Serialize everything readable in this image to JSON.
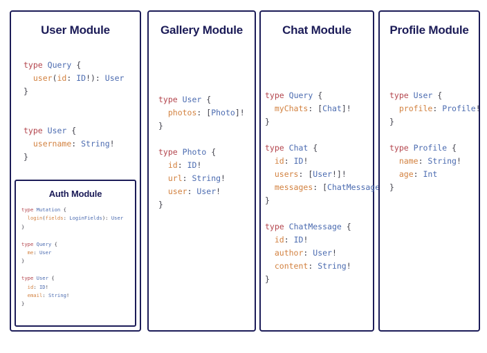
{
  "page": {
    "background": "#ffffff",
    "border_color": "#1b1b57",
    "title_color": "#1b1b57",
    "token_colors": {
      "keyword": "#b3444c",
      "type_name": "#4b6bb0",
      "field_name": "#d2813f",
      "punctuation": "#3f3f4a"
    }
  },
  "modules": {
    "user": {
      "title": "User Module",
      "code_lines": [
        [
          {
            "t": "type",
            "c": "kw"
          },
          {
            "t": " ",
            "c": "punct"
          },
          {
            "t": "Query",
            "c": "type"
          },
          {
            "t": " {",
            "c": "punct"
          }
        ],
        [
          {
            "t": "  ",
            "c": "punct"
          },
          {
            "t": "user",
            "c": "field"
          },
          {
            "t": "(",
            "c": "punct"
          },
          {
            "t": "id",
            "c": "field"
          },
          {
            "t": ": ",
            "c": "punct"
          },
          {
            "t": "ID",
            "c": "type"
          },
          {
            "t": "!): ",
            "c": "punct"
          },
          {
            "t": "User",
            "c": "type"
          }
        ],
        [
          {
            "t": "}",
            "c": "punct"
          }
        ],
        [],
        [],
        [
          {
            "t": "type",
            "c": "kw"
          },
          {
            "t": " ",
            "c": "punct"
          },
          {
            "t": "User",
            "c": "type"
          },
          {
            "t": " {",
            "c": "punct"
          }
        ],
        [
          {
            "t": "  ",
            "c": "punct"
          },
          {
            "t": "username",
            "c": "field"
          },
          {
            "t": ": ",
            "c": "punct"
          },
          {
            "t": "String",
            "c": "type"
          },
          {
            "t": "!",
            "c": "punct"
          }
        ],
        [
          {
            "t": "}",
            "c": "punct"
          }
        ]
      ]
    },
    "auth": {
      "title": "Auth Module",
      "code_lines": [
        [
          {
            "t": "type",
            "c": "kw"
          },
          {
            "t": " ",
            "c": "punct"
          },
          {
            "t": "Mutation",
            "c": "type"
          },
          {
            "t": " {",
            "c": "punct"
          }
        ],
        [
          {
            "t": "  ",
            "c": "punct"
          },
          {
            "t": "login",
            "c": "field"
          },
          {
            "t": "(",
            "c": "punct"
          },
          {
            "t": "fields",
            "c": "field"
          },
          {
            "t": ": ",
            "c": "punct"
          },
          {
            "t": "LoginFields",
            "c": "type"
          },
          {
            "t": "): ",
            "c": "punct"
          },
          {
            "t": "User",
            "c": "type"
          }
        ],
        [
          {
            "t": "}",
            "c": "punct"
          }
        ],
        [],
        [
          {
            "t": "type",
            "c": "kw"
          },
          {
            "t": " ",
            "c": "punct"
          },
          {
            "t": "Query",
            "c": "type"
          },
          {
            "t": " {",
            "c": "punct"
          }
        ],
        [
          {
            "t": "  ",
            "c": "punct"
          },
          {
            "t": "me",
            "c": "field"
          },
          {
            "t": ": ",
            "c": "punct"
          },
          {
            "t": "User",
            "c": "type"
          }
        ],
        [
          {
            "t": "}",
            "c": "punct"
          }
        ],
        [],
        [
          {
            "t": "type",
            "c": "kw"
          },
          {
            "t": " ",
            "c": "punct"
          },
          {
            "t": "User",
            "c": "type"
          },
          {
            "t": " {",
            "c": "punct"
          }
        ],
        [
          {
            "t": "  ",
            "c": "punct"
          },
          {
            "t": "id",
            "c": "field"
          },
          {
            "t": ": ",
            "c": "punct"
          },
          {
            "t": "ID",
            "c": "type"
          },
          {
            "t": "!",
            "c": "punct"
          }
        ],
        [
          {
            "t": "  ",
            "c": "punct"
          },
          {
            "t": "email",
            "c": "field"
          },
          {
            "t": ": ",
            "c": "punct"
          },
          {
            "t": "String",
            "c": "type"
          },
          {
            "t": "!",
            "c": "punct"
          }
        ],
        [
          {
            "t": "}",
            "c": "punct"
          }
        ]
      ]
    },
    "gallery": {
      "title": "Gallery Module",
      "code_lines": [
        [
          {
            "t": "type",
            "c": "kw"
          },
          {
            "t": " ",
            "c": "punct"
          },
          {
            "t": "User",
            "c": "type"
          },
          {
            "t": " {",
            "c": "punct"
          }
        ],
        [
          {
            "t": "  ",
            "c": "punct"
          },
          {
            "t": "photos",
            "c": "field"
          },
          {
            "t": ": [",
            "c": "punct"
          },
          {
            "t": "Photo",
            "c": "type"
          },
          {
            "t": "]!",
            "c": "punct"
          }
        ],
        [
          {
            "t": "}",
            "c": "punct"
          }
        ],
        [],
        [
          {
            "t": "type",
            "c": "kw"
          },
          {
            "t": " ",
            "c": "punct"
          },
          {
            "t": "Photo",
            "c": "type"
          },
          {
            "t": " {",
            "c": "punct"
          }
        ],
        [
          {
            "t": "  ",
            "c": "punct"
          },
          {
            "t": "id",
            "c": "field"
          },
          {
            "t": ": ",
            "c": "punct"
          },
          {
            "t": "ID",
            "c": "type"
          },
          {
            "t": "!",
            "c": "punct"
          }
        ],
        [
          {
            "t": "  ",
            "c": "punct"
          },
          {
            "t": "url",
            "c": "field"
          },
          {
            "t": ": ",
            "c": "punct"
          },
          {
            "t": "String",
            "c": "type"
          },
          {
            "t": "!",
            "c": "punct"
          }
        ],
        [
          {
            "t": "  ",
            "c": "punct"
          },
          {
            "t": "user",
            "c": "field"
          },
          {
            "t": ": ",
            "c": "punct"
          },
          {
            "t": "User",
            "c": "type"
          },
          {
            "t": "!",
            "c": "punct"
          }
        ],
        [
          {
            "t": "}",
            "c": "punct"
          }
        ]
      ]
    },
    "chat": {
      "title": "Chat Module",
      "code_lines": [
        [
          {
            "t": "type",
            "c": "kw"
          },
          {
            "t": " ",
            "c": "punct"
          },
          {
            "t": "Query",
            "c": "type"
          },
          {
            "t": " {",
            "c": "punct"
          }
        ],
        [
          {
            "t": "  ",
            "c": "punct"
          },
          {
            "t": "myChats",
            "c": "field"
          },
          {
            "t": ": [",
            "c": "punct"
          },
          {
            "t": "Chat",
            "c": "type"
          },
          {
            "t": "]!",
            "c": "punct"
          }
        ],
        [
          {
            "t": "}",
            "c": "punct"
          }
        ],
        [],
        [
          {
            "t": "type",
            "c": "kw"
          },
          {
            "t": " ",
            "c": "punct"
          },
          {
            "t": "Chat",
            "c": "type"
          },
          {
            "t": " {",
            "c": "punct"
          }
        ],
        [
          {
            "t": "  ",
            "c": "punct"
          },
          {
            "t": "id",
            "c": "field"
          },
          {
            "t": ": ",
            "c": "punct"
          },
          {
            "t": "ID",
            "c": "type"
          },
          {
            "t": "!",
            "c": "punct"
          }
        ],
        [
          {
            "t": "  ",
            "c": "punct"
          },
          {
            "t": "users",
            "c": "field"
          },
          {
            "t": ": [",
            "c": "punct"
          },
          {
            "t": "User",
            "c": "type"
          },
          {
            "t": "!]!",
            "c": "punct"
          }
        ],
        [
          {
            "t": "  ",
            "c": "punct"
          },
          {
            "t": "messages",
            "c": "field"
          },
          {
            "t": ": [",
            "c": "punct"
          },
          {
            "t": "ChatMessage",
            "c": "type"
          },
          {
            "t": "]!",
            "c": "punct"
          }
        ],
        [
          {
            "t": "}",
            "c": "punct"
          }
        ],
        [],
        [
          {
            "t": "type",
            "c": "kw"
          },
          {
            "t": " ",
            "c": "punct"
          },
          {
            "t": "ChatMessage",
            "c": "type"
          },
          {
            "t": " {",
            "c": "punct"
          }
        ],
        [
          {
            "t": "  ",
            "c": "punct"
          },
          {
            "t": "id",
            "c": "field"
          },
          {
            "t": ": ",
            "c": "punct"
          },
          {
            "t": "ID",
            "c": "type"
          },
          {
            "t": "!",
            "c": "punct"
          }
        ],
        [
          {
            "t": "  ",
            "c": "punct"
          },
          {
            "t": "author",
            "c": "field"
          },
          {
            "t": ": ",
            "c": "punct"
          },
          {
            "t": "User",
            "c": "type"
          },
          {
            "t": "!",
            "c": "punct"
          }
        ],
        [
          {
            "t": "  ",
            "c": "punct"
          },
          {
            "t": "content",
            "c": "field"
          },
          {
            "t": ": ",
            "c": "punct"
          },
          {
            "t": "String",
            "c": "type"
          },
          {
            "t": "!",
            "c": "punct"
          }
        ],
        [
          {
            "t": "}",
            "c": "punct"
          }
        ]
      ]
    },
    "profile": {
      "title": "Profile Module",
      "code_lines": [
        [
          {
            "t": "type",
            "c": "kw"
          },
          {
            "t": " ",
            "c": "punct"
          },
          {
            "t": "User",
            "c": "type"
          },
          {
            "t": " {",
            "c": "punct"
          }
        ],
        [
          {
            "t": "  ",
            "c": "punct"
          },
          {
            "t": "profile",
            "c": "field"
          },
          {
            "t": ": ",
            "c": "punct"
          },
          {
            "t": "Profile",
            "c": "type"
          },
          {
            "t": "!",
            "c": "punct"
          }
        ],
        [
          {
            "t": "}",
            "c": "punct"
          }
        ],
        [],
        [
          {
            "t": "type",
            "c": "kw"
          },
          {
            "t": " ",
            "c": "punct"
          },
          {
            "t": "Profile",
            "c": "type"
          },
          {
            "t": " {",
            "c": "punct"
          }
        ],
        [
          {
            "t": "  ",
            "c": "punct"
          },
          {
            "t": "name",
            "c": "field"
          },
          {
            "t": ": ",
            "c": "punct"
          },
          {
            "t": "String",
            "c": "type"
          },
          {
            "t": "!",
            "c": "punct"
          }
        ],
        [
          {
            "t": "  ",
            "c": "punct"
          },
          {
            "t": "age",
            "c": "field"
          },
          {
            "t": ": ",
            "c": "punct"
          },
          {
            "t": "Int",
            "c": "type"
          }
        ],
        [
          {
            "t": "}",
            "c": "punct"
          }
        ]
      ]
    }
  }
}
